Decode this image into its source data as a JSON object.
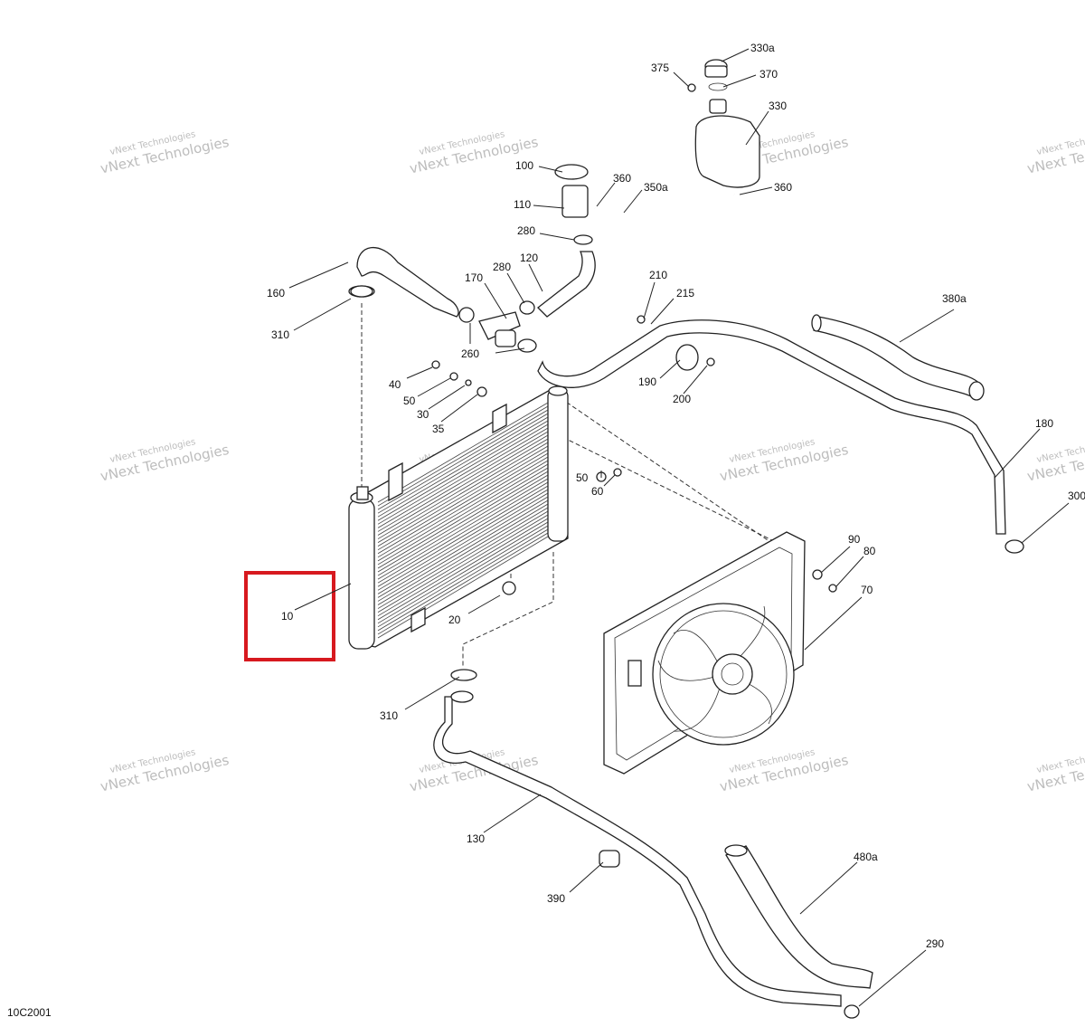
{
  "diagram": {
    "ref_code": "10C2001",
    "watermark": {
      "line1": "vNext Technologies",
      "line2": "vNext Technologies"
    },
    "highlight_color": "#d7191f",
    "labels": [
      "330a",
      "375",
      "370",
      "330",
      "360",
      "100",
      "110",
      "280",
      "350a",
      "360",
      "160",
      "170",
      "280",
      "120",
      "310",
      "260",
      "210",
      "215",
      "380a",
      "40",
      "50",
      "30",
      "35",
      "190",
      "200",
      "50",
      "60",
      "180",
      "90",
      "80",
      "300",
      "70",
      "10",
      "20",
      "310",
      "130",
      "390",
      "480a",
      "290"
    ]
  }
}
